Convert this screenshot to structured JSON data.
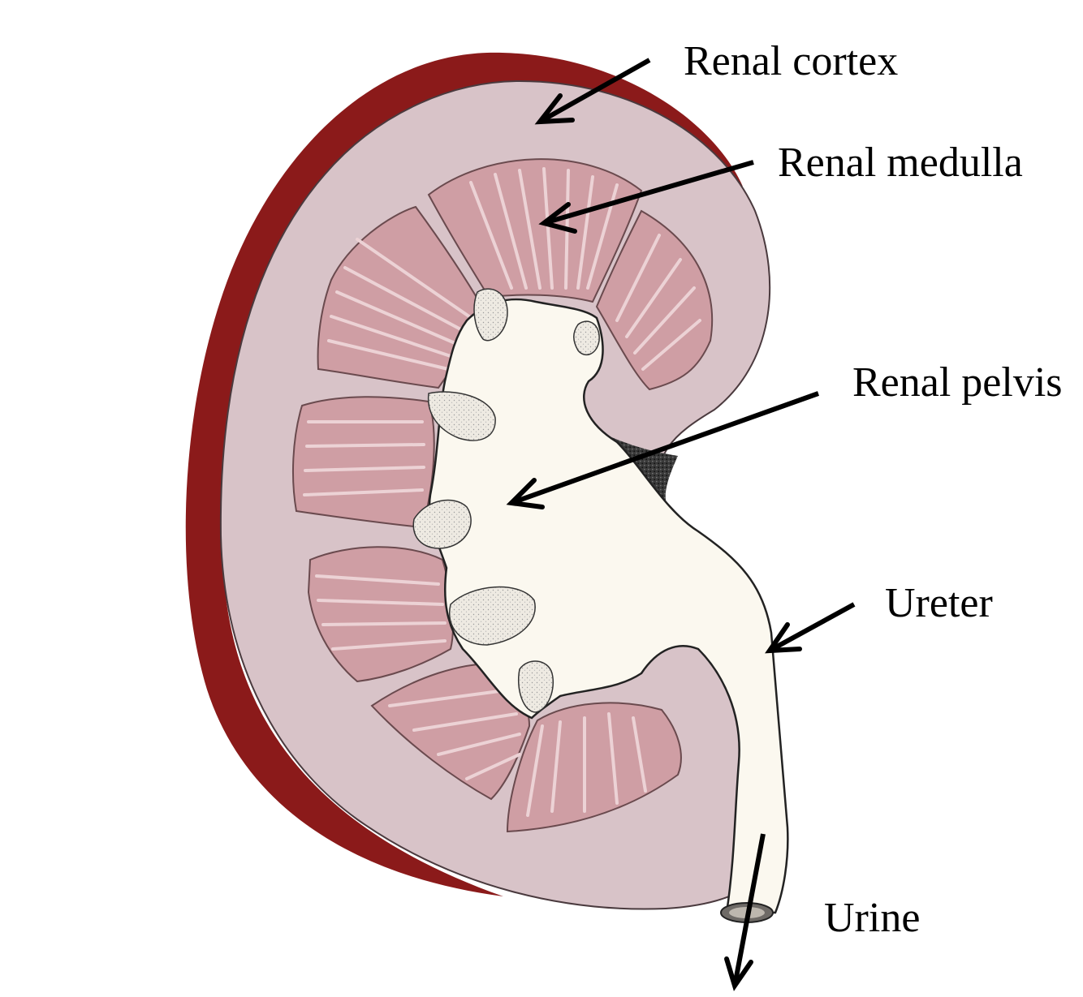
{
  "labels": {
    "renal_cortex": "Renal cortex",
    "renal_medulla": "Renal medulla",
    "renal_pelvis": "Renal pelvis",
    "ureter": "Ureter",
    "urine": "Urine"
  },
  "colors": {
    "capsule": "#8b1a1a",
    "cortex": "#d8c3c8",
    "cortex_edge": "#4a3a3e",
    "medulla": "#cf9ea4",
    "medulla_stripes": "#ecd2d5",
    "pelvis": "#fbf8ef",
    "pelvis_edge": "#222222",
    "hilum_shadow": "#1e1e1e",
    "papilla": "#eeeae2",
    "text": "#000000"
  }
}
